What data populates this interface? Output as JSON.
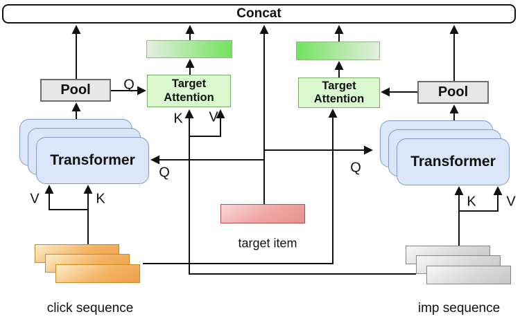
{
  "figure": {
    "concat_label": "Concat",
    "left": {
      "pool_label": "Pool",
      "attention_line1": "Target",
      "attention_line2": "Attention",
      "transformer_label": "Transformer",
      "sequence_label": "click sequence"
    },
    "right": {
      "pool_label": "Pool",
      "attention_line1": "Target",
      "attention_line2": "Attention",
      "transformer_label": "Transformer",
      "sequence_label": "imp sequence"
    },
    "center": {
      "target_item_label": "target item"
    },
    "ports": {
      "q": "Q",
      "k": "K",
      "v": "V"
    },
    "colors": {
      "attention_fill": "#d9f8d0",
      "attention_border": "#77ac66",
      "green_bar_light": "#e5eee1",
      "green_bar_dark": "#72e25e",
      "transformer_fill": "#dbe7f8",
      "transformer_border": "#8399c6",
      "pool_fill": "#e7e7e7",
      "pool_border": "#6b6b6b",
      "click_bar_light": "#fdeccb",
      "click_bar_dark": "#eda047",
      "click_bar_border": "#c98b1f",
      "imp_bar_light": "#f6f6f6",
      "imp_bar_dark": "#c6c6c6",
      "imp_bar_border": "#858585",
      "target_item_light": "#f9d8d6",
      "target_item_dark": "#e8928f",
      "target_item_border": "#aa4f4c",
      "wire_color": "#111111"
    }
  }
}
